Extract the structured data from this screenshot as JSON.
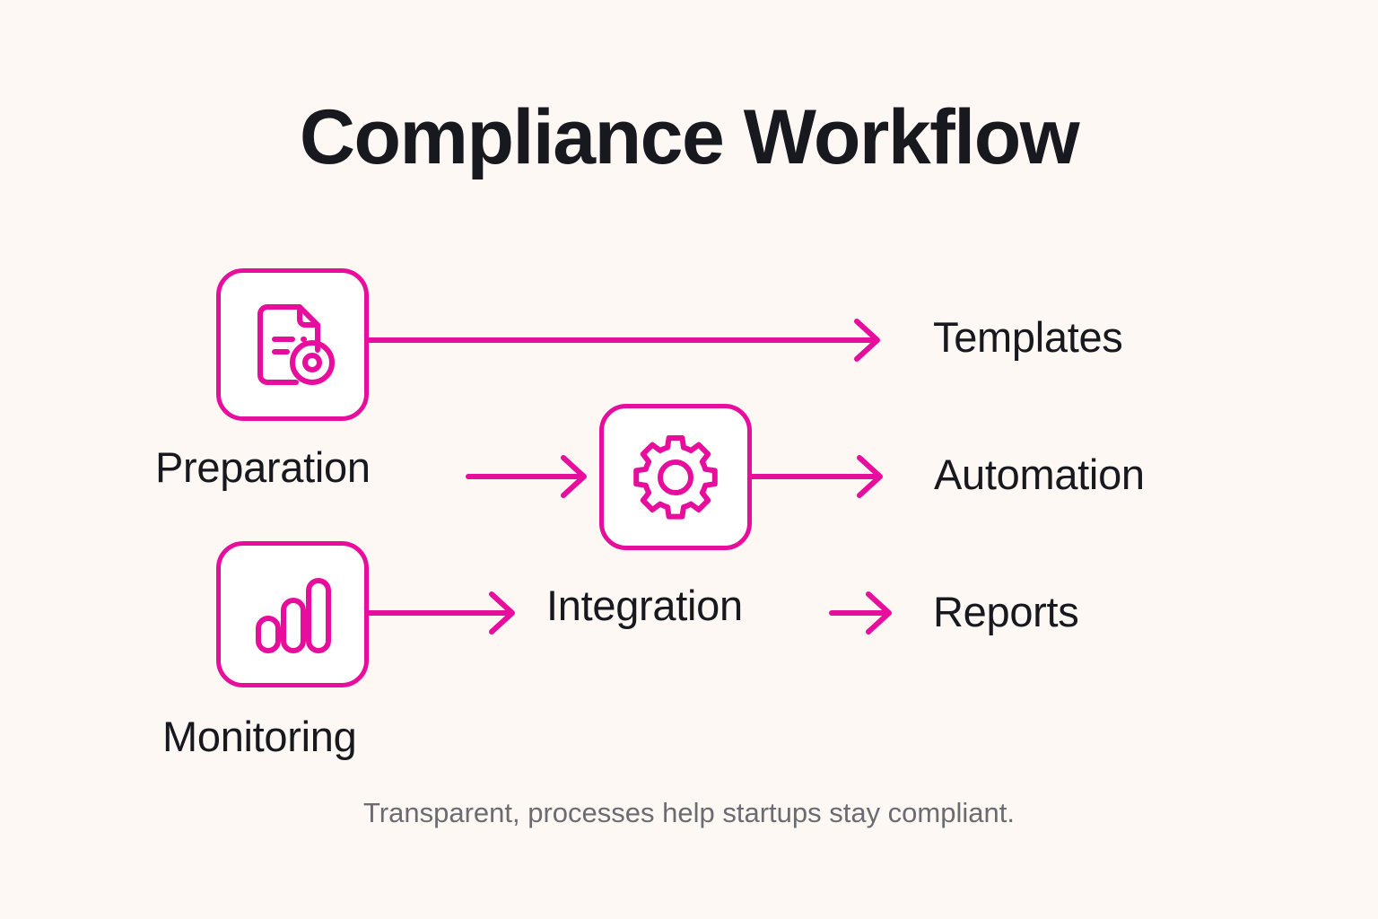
{
  "page": {
    "title": "Compliance Workflow",
    "caption": "Transparent, processes help startups stay compliant.",
    "background_color": "#fdf8f3",
    "accent_color": "#e80e9d",
    "text_color": "#18181f",
    "caption_color": "#6b6b72",
    "tile_fill_color": "#ffffff"
  },
  "nodes": {
    "preparation": {
      "label": "Preparation",
      "icon": "document-seal-icon"
    },
    "monitoring": {
      "label": "Monitoring",
      "icon": "bar-chart-icon"
    },
    "integration": {
      "label": "Integration",
      "icon": "gear-icon"
    },
    "templates": {
      "label": "Templates"
    },
    "automation": {
      "label": "Automation"
    },
    "reports": {
      "label": "Reports"
    }
  },
  "chart_data": {
    "type": "diagram",
    "title": "Compliance Workflow",
    "subtitle": "Transparent, processes help startups stay compliant.",
    "nodes": [
      {
        "id": "preparation",
        "label": "Preparation",
        "icon": "document-seal-icon",
        "row": 1,
        "col": 1
      },
      {
        "id": "templates",
        "label": "Templates",
        "icon": null,
        "row": 1,
        "col": 3
      },
      {
        "id": "integration",
        "label": "Integration",
        "icon": "gear-icon",
        "row": 2,
        "col": 2
      },
      {
        "id": "automation",
        "label": "Automation",
        "icon": null,
        "row": 2,
        "col": 3
      },
      {
        "id": "monitoring",
        "label": "Monitoring",
        "icon": "bar-chart-icon",
        "row": 3,
        "col": 1
      },
      {
        "id": "reports",
        "label": "Reports",
        "icon": null,
        "row": 3,
        "col": 3
      }
    ],
    "edges": [
      {
        "from": "preparation",
        "to": "templates",
        "style": "arrow"
      },
      {
        "from": "preparation",
        "to": "integration",
        "style": "arrow"
      },
      {
        "from": "integration",
        "to": "automation",
        "style": "arrow"
      },
      {
        "from": "monitoring",
        "to": "integration",
        "style": "arrow"
      },
      {
        "from": "integration",
        "to": "reports",
        "style": "arrow"
      }
    ],
    "legend": [],
    "grid": false
  }
}
